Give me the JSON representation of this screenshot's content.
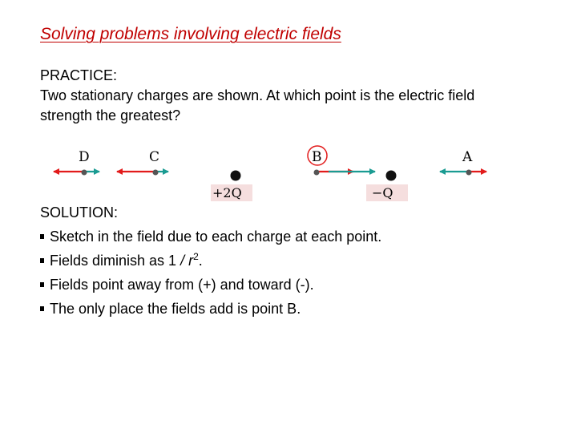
{
  "title": "Solving problems involving electric fields",
  "practice": {
    "heading": "PRACTICE:",
    "question": "Two stationary charges are shown. At which point is the electric field strength the greatest?"
  },
  "diagram": {
    "points": {
      "D": "D",
      "C": "C",
      "B": "B",
      "A": "A"
    },
    "charges": {
      "positive": "+2Q",
      "negative": "−Q"
    },
    "colors": {
      "red_arrow": "#e21b1b",
      "teal_arrow": "#1a9b92",
      "circle": "#e21b1b",
      "label_bg": "#f5dede"
    }
  },
  "solution": {
    "heading": "SOLUTION:",
    "bullets": [
      "Sketch in the field due to each charge at each point.",
      "Fields diminish as 1 / r",
      "Fields point away from (+) and toward (-).",
      "The only place the fields add is point B."
    ],
    "bullet2_part1": "Fields diminish as 1 ",
    "bullet2_slash": "/",
    "bullet2_r": " r",
    "bullet2_sup": "2",
    "bullet2_end": "."
  }
}
